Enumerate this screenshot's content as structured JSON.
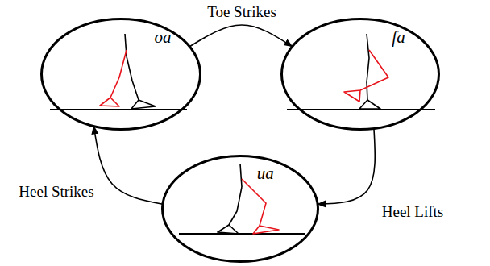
{
  "diagram": {
    "nodes": [
      {
        "text": [
          "oa"
        ]
      },
      {
        "text": [
          "fa"
        ]
      },
      {
        "text": [
          "ua"
        ]
      }
    ],
    "edges": [
      {
        "from": 0,
        "to": 1,
        "arrow": "to",
        "label": "Toe Strikes"
      },
      {
        "from": 1,
        "to": 2,
        "arrow": "to",
        "label": "Heel Lifts"
      },
      {
        "from": 2,
        "to": 0,
        "arrow": "to",
        "label": "Heel Strikes"
      }
    ]
  }
}
